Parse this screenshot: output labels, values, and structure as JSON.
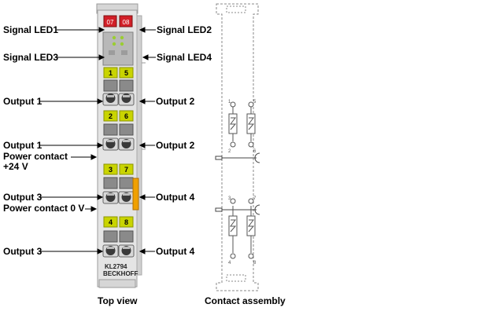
{
  "left_labels": {
    "signal_led1": "Signal LED1",
    "signal_led3": "Signal LED3",
    "output1_a": "Output 1",
    "output1_b": "Output 1",
    "power_contact_24v_line1": "Power contact",
    "power_contact_24v_line2": "+24 V",
    "output3_a": "Output 3",
    "power_contact_0v": "Power contact 0 V",
    "output3_b": "Output 3"
  },
  "right_labels": {
    "signal_led2": "Signal LED2",
    "signal_led4": "Signal LED4",
    "output2_a": "Output 2",
    "output2_b": "Output 2",
    "output4_a": "Output 4",
    "output4_b": "Output 4"
  },
  "terminal": {
    "led_top_left": "07",
    "led_top_right": "08",
    "slot_labels": [
      "1",
      "5",
      "2",
      "6",
      "3",
      "7",
      "4",
      "8"
    ],
    "model": "KL2794",
    "brand": "BECKHOFF"
  },
  "contact": {
    "pin_numbers": [
      "1",
      "5",
      "2",
      "6",
      "3",
      "7",
      "4",
      "8"
    ]
  },
  "captions": {
    "top_view": "Top view",
    "contact_assembly": "Contact assembly"
  },
  "colors": {
    "led_red": "#d21f27",
    "label_yellow": "#c9d400",
    "orange_strip": "#f0a000",
    "housing": "#e3e3e3"
  }
}
